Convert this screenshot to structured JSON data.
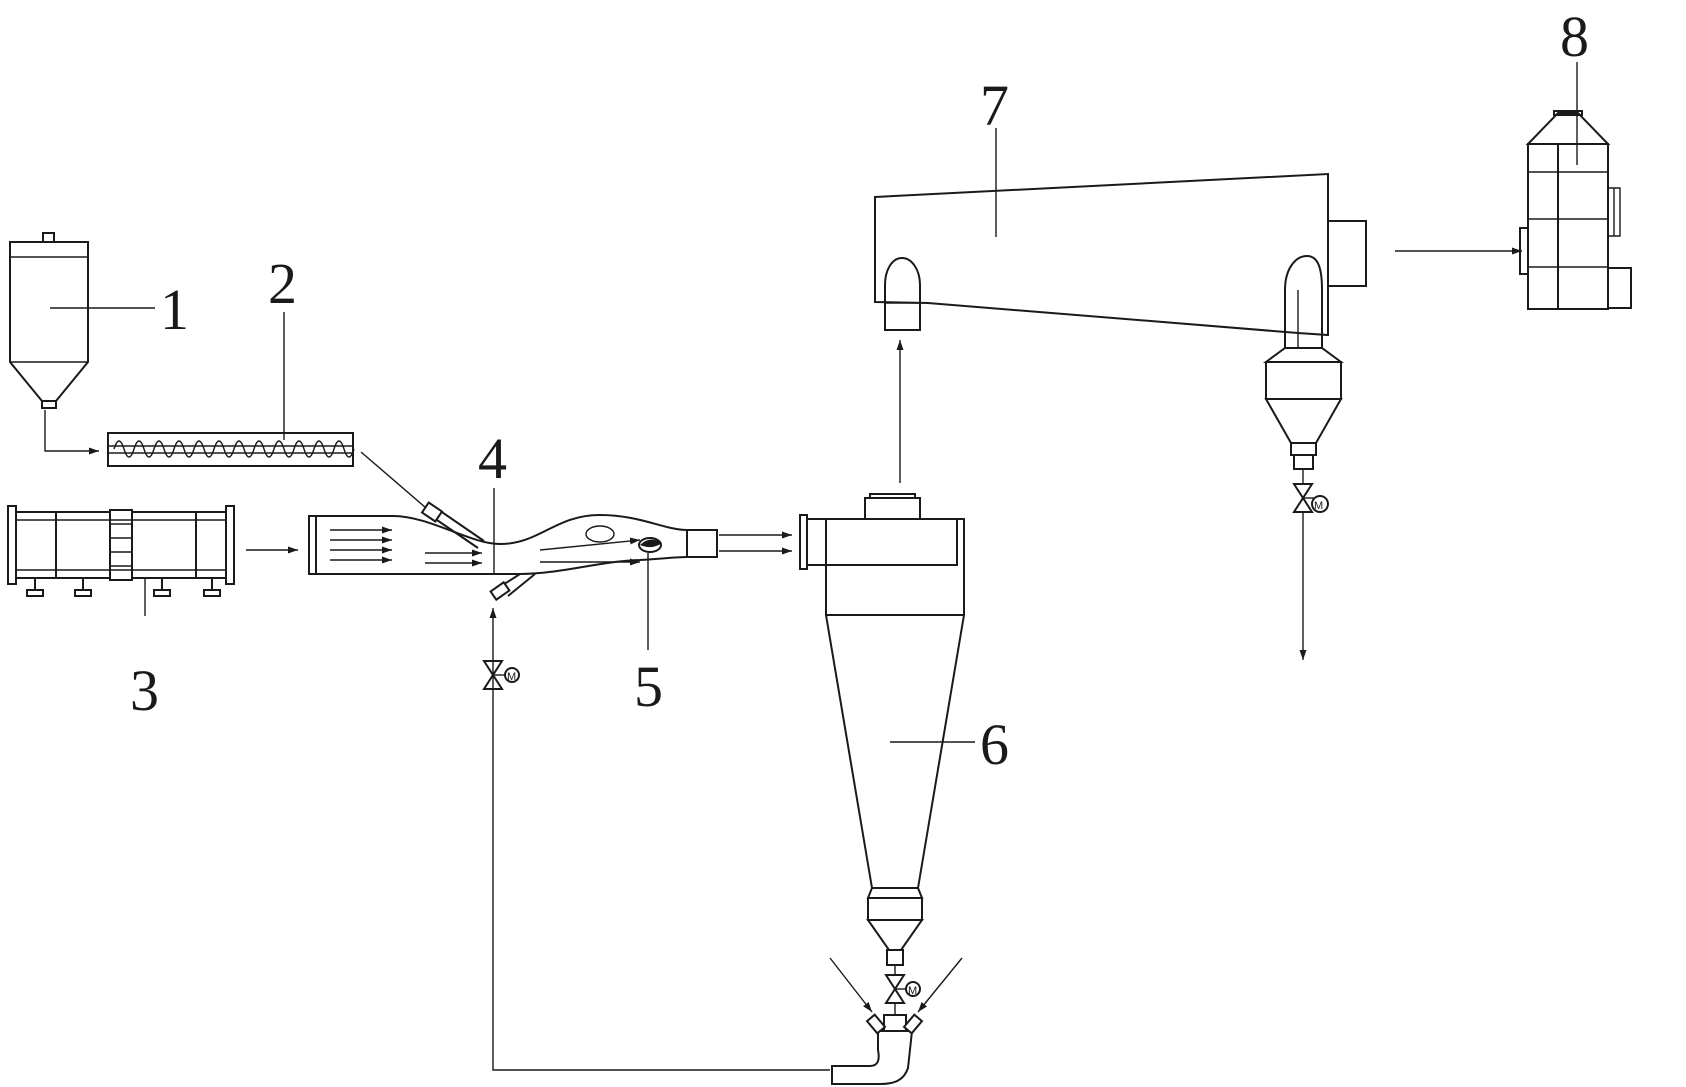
{
  "labels": {
    "l1": "1",
    "l2": "2",
    "l3": "3",
    "l4": "4",
    "l5": "5",
    "l6": "6",
    "l7": "7",
    "l8": "8"
  },
  "valve_motor_letter": "M",
  "colors": {
    "line": "#1a1a1a",
    "background": "#ffffff"
  }
}
